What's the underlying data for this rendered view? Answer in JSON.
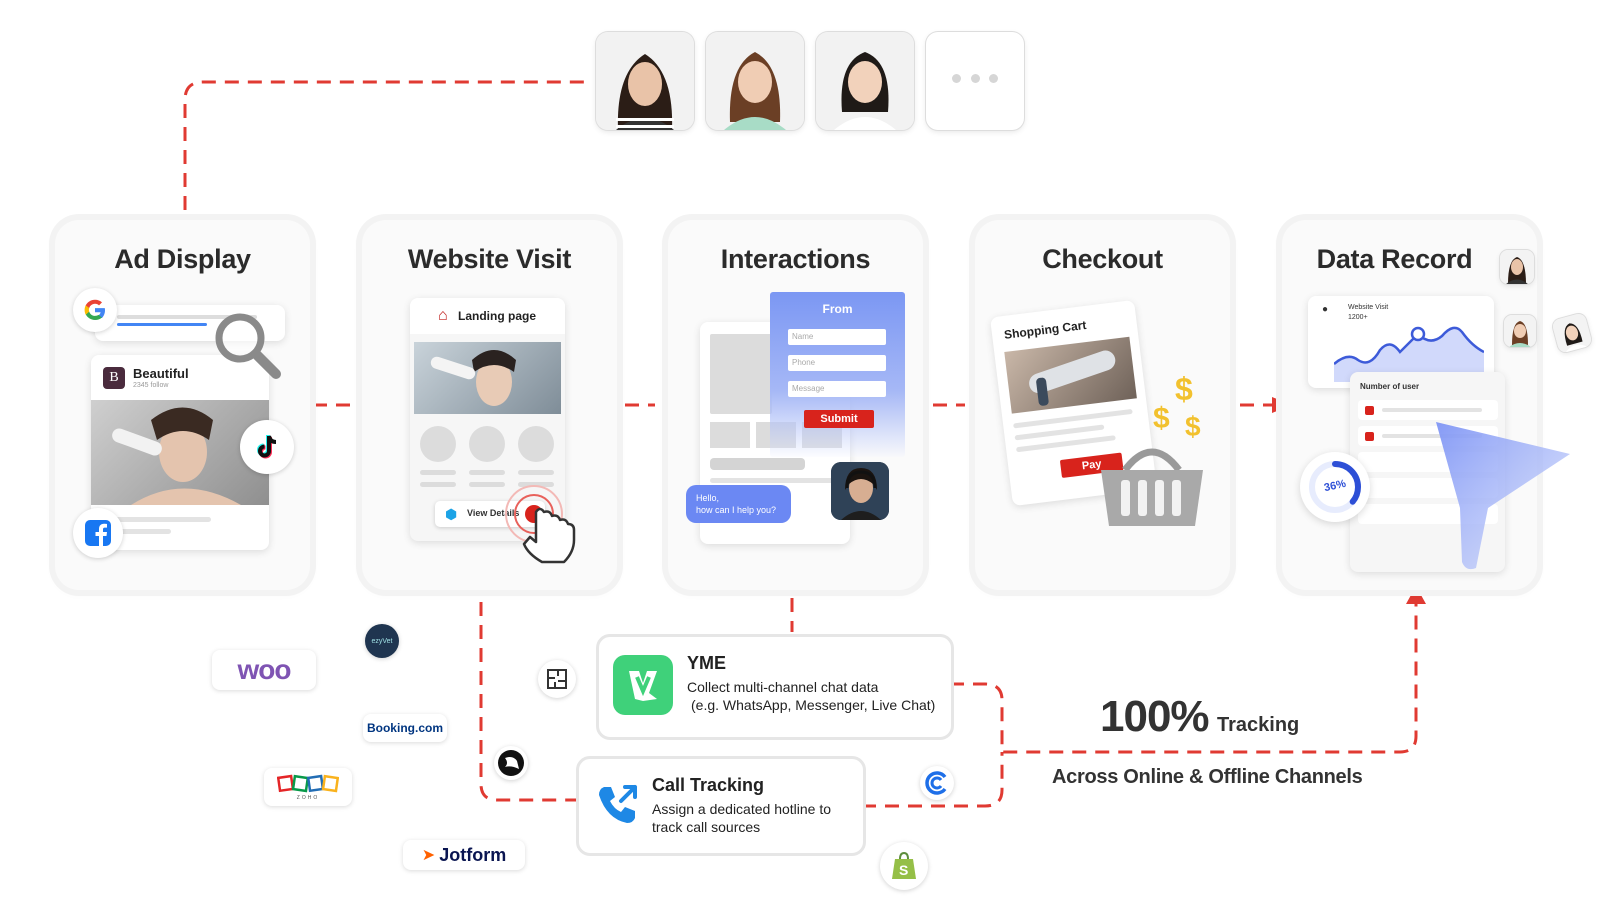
{
  "stages": [
    {
      "title": "Ad Display"
    },
    {
      "title": "Website Visit"
    },
    {
      "title": "Interactions"
    },
    {
      "title": "Checkout"
    },
    {
      "title": "Data Record"
    }
  ],
  "ad_display": {
    "page_name": "Beautiful",
    "followers": "2345 follow",
    "page_initial": "B"
  },
  "website_visit": {
    "header": "Landing page",
    "button": "View Details"
  },
  "interactions": {
    "form_title": "From",
    "fields": [
      "Name",
      "Phone",
      "Message"
    ],
    "submit": "Submit",
    "chat_line1": "Hello,",
    "chat_line2": "how can I help you?"
  },
  "checkout": {
    "cart_title": "Shopping Cart",
    "pay": "Pay"
  },
  "data_record": {
    "chart_label": "Website Visit",
    "chart_value": "1200+",
    "list_title": "Number of user",
    "progress_label": "36%",
    "progress_value": 0.36
  },
  "yme": {
    "name": "YME",
    "line1": "Collect multi-channel chat data",
    "line2": "(e.g. WhatsApp, Messenger, Live Chat)"
  },
  "call_tracking": {
    "title": "Call Tracking",
    "line1": "Assign a dedicated hotline to",
    "line2": "track call sources"
  },
  "tracking": {
    "big": "100%",
    "word": "Tracking",
    "subtitle": "Across Online & Offline Channels"
  },
  "integrations": {
    "woo": "woo",
    "ezyvet": "ezyVet",
    "booking": "Booking.com",
    "zoho": "ZOHO",
    "jotform": "Jotform"
  },
  "colors": {
    "accent_red": "#e03a32",
    "tracking_text": "#333333",
    "yme_green": "#3fd17a",
    "call_blue": "#1e88e5"
  }
}
